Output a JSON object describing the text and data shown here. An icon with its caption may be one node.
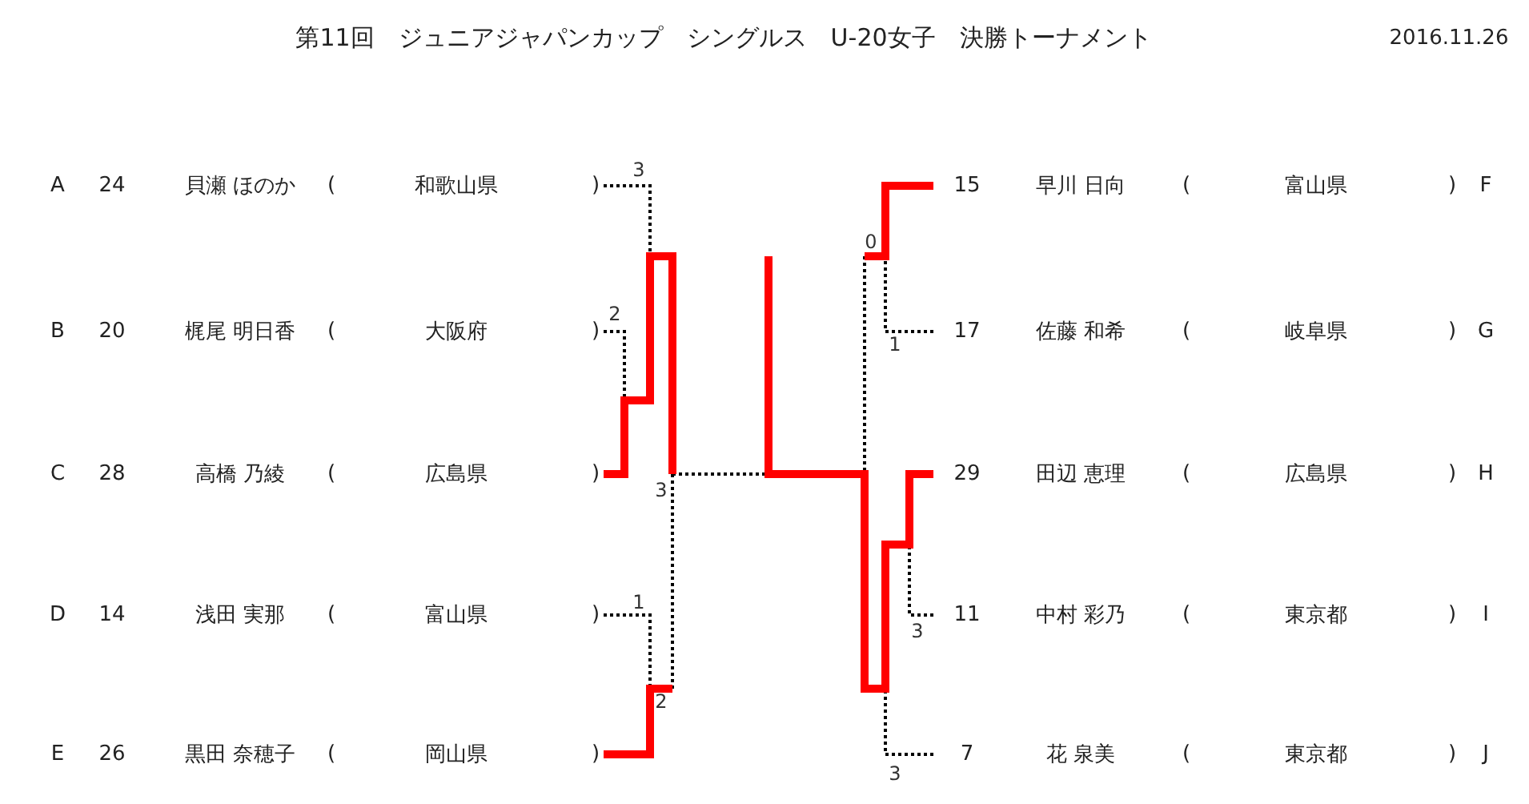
{
  "diagram": {
    "title": "第11回　ジュニアジャパンカップ　シングルス　U-20女子　決勝トーナメント",
    "nodes": [
      {
        "text": [
          "A",
          "24",
          "貝瀬 ほのか",
          "(",
          "和歌山県",
          ")"
        ]
      },
      {
        "text": [
          "B",
          "20",
          "梶尾 明日香",
          "(",
          "大阪府",
          ")"
        ]
      },
      {
        "text": [
          "C",
          "28",
          "高橋 乃綾",
          "(",
          "広島県",
          ")"
        ]
      },
      {
        "text": [
          "D",
          "14",
          "浅田 実那",
          "(",
          "富山県",
          ")"
        ]
      },
      {
        "text": [
          "E",
          "26",
          "黒田 奈穂子",
          "(",
          "岡山県",
          ")"
        ]
      },
      {
        "text": [
          "15",
          "早川 日向",
          "(",
          "富山県",
          ")",
          "F"
        ]
      },
      {
        "text": [
          "17",
          "佐藤 和希",
          "(",
          "岐阜県",
          ")",
          "G"
        ]
      },
      {
        "text": [
          "29",
          "田辺 恵理",
          "(",
          "広島県",
          ")",
          "H"
        ]
      },
      {
        "text": [
          "11",
          "中村 彩乃",
          "(",
          "東京都",
          ")",
          "I"
        ]
      },
      {
        "text": [
          "7",
          "花 泉美",
          "(",
          "東京都",
          ")",
          "J"
        ]
      }
    ],
    "labels": [
      "2016.11.26",
      "3",
      "2",
      "3",
      "1",
      "2",
      "0",
      "1",
      "3",
      "3"
    ]
  }
}
